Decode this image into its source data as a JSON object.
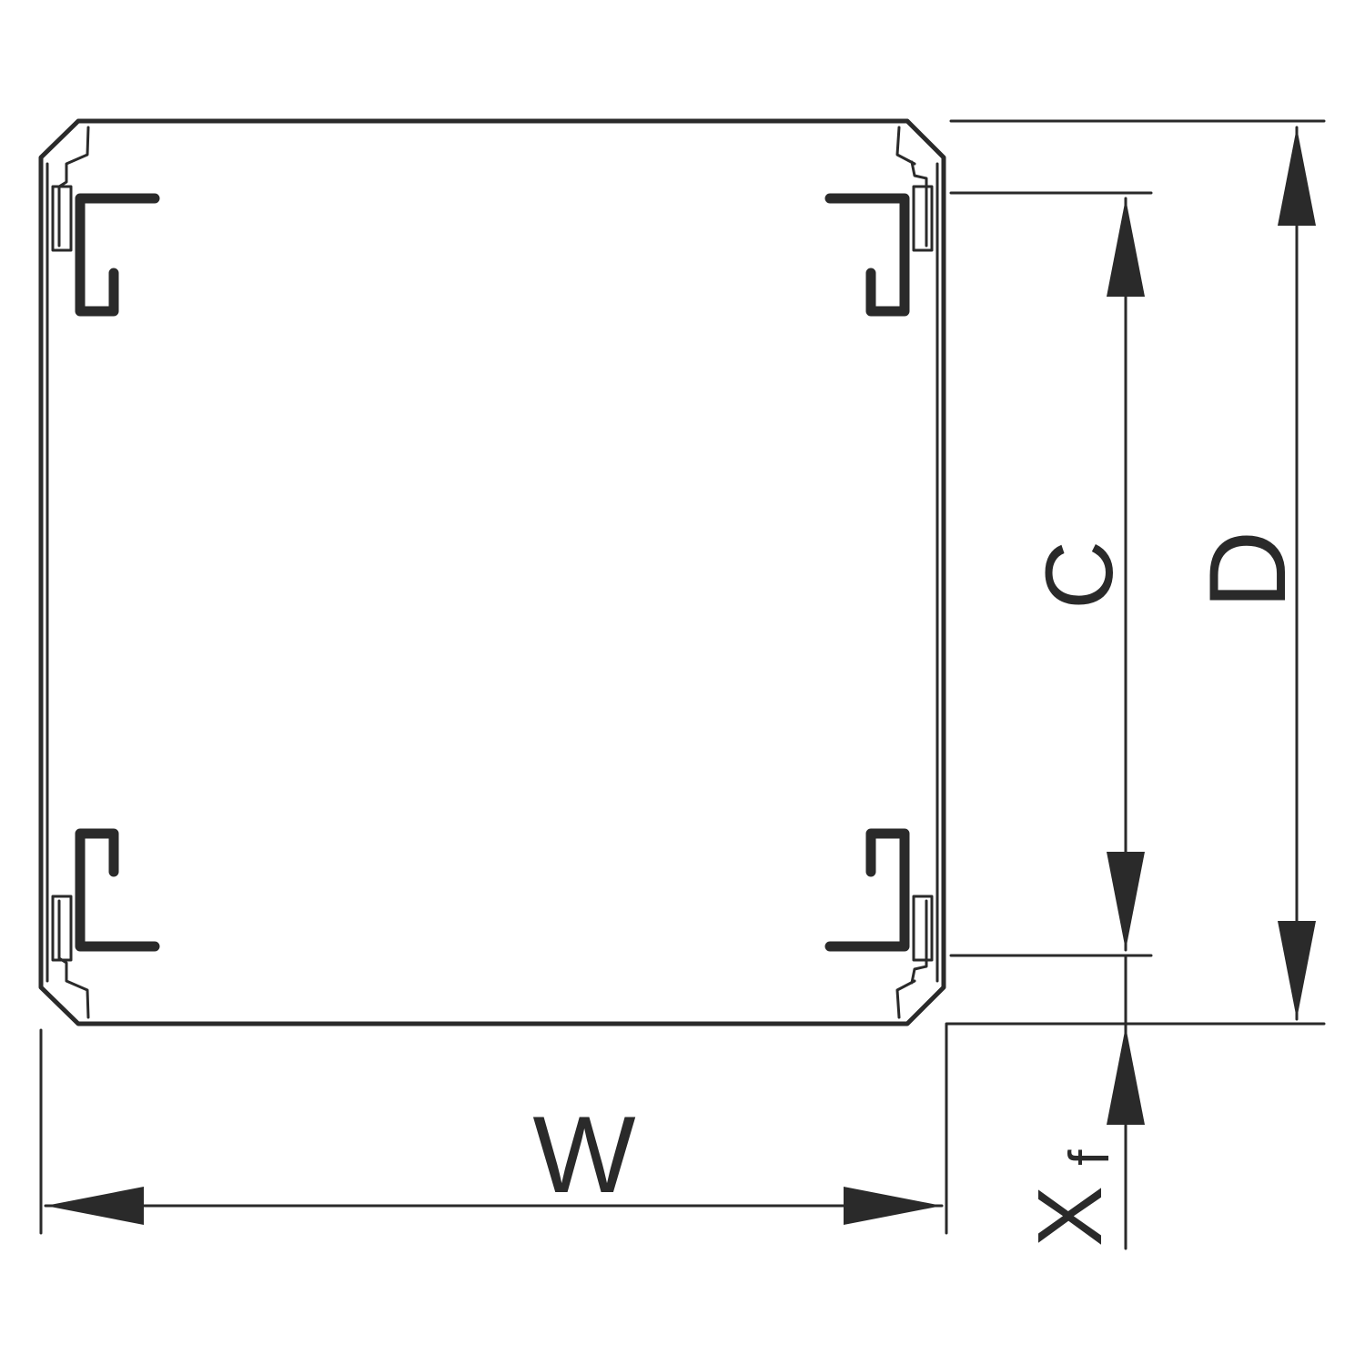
{
  "dimensions": {
    "width_label": "W",
    "depth_label": "D",
    "inner_depth_label": "C",
    "offset_label_main": "X",
    "offset_label_sub": "f"
  },
  "colors": {
    "line": "#2a2a2a",
    "background": "#ffffff"
  }
}
